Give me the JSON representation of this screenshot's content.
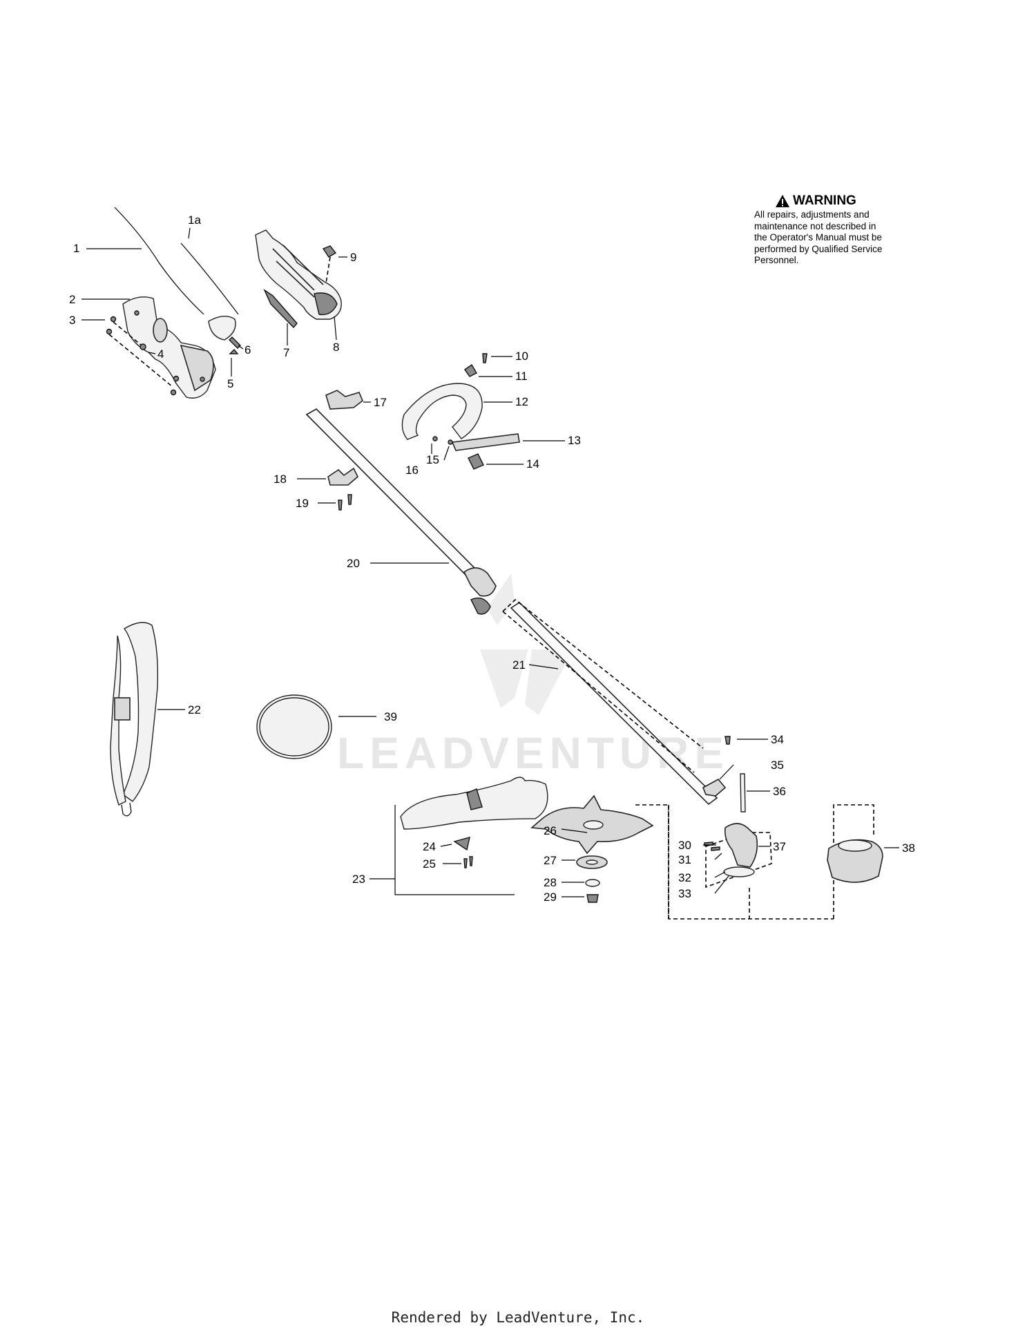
{
  "warning": {
    "icon": "warning-triangle-icon",
    "title": "WARNING",
    "lines": [
      "All repairs, adjustments and",
      "maintenance not described in",
      "the Operator's Manual must be",
      "performed by Qualified Service",
      "Personnel."
    ]
  },
  "watermark": "LEADVENTURE",
  "footer": "Rendered by LeadVenture, Inc.",
  "callouts": {
    "p1": "1",
    "p1a": "1a",
    "p2": "2",
    "p3": "3",
    "p4": "4",
    "p5": "5",
    "p6": "6",
    "p7": "7",
    "p8": "8",
    "p9": "9",
    "p10": "10",
    "p11": "11",
    "p12": "12",
    "p13": "13",
    "p14": "14",
    "p15": "15",
    "p16": "16",
    "p17": "17",
    "p18": "18",
    "p19": "19",
    "p20": "20",
    "p21": "21",
    "p22": "22",
    "p23": "23",
    "p24": "24",
    "p25": "25",
    "p26": "26",
    "p27": "27",
    "p28": "28",
    "p29": "29",
    "p30": "30",
    "p31": "31",
    "p32": "32",
    "p33": "33",
    "p34": "34",
    "p35": "35",
    "p36": "36",
    "p37": "37",
    "p38": "38",
    "p39": "39"
  }
}
